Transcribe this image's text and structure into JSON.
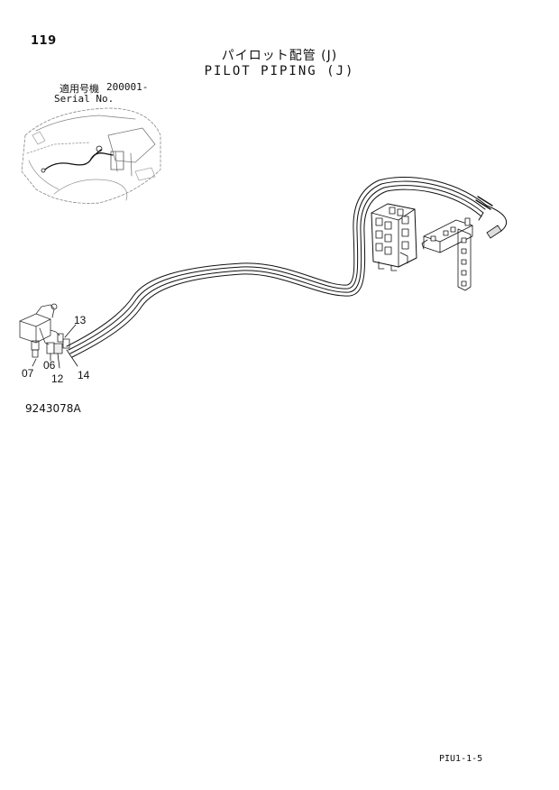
{
  "page_number": "119",
  "title_jp": "パイロット配管 (J)",
  "title_en": "PILOT PIPING (J)",
  "serial": {
    "label_jp": "適用号機",
    "value": "200001-",
    "label_en": "Serial No."
  },
  "callouts": {
    "c13": "13",
    "c07": "07",
    "c06": "06",
    "c12": "12",
    "c14": "14"
  },
  "drawing_number": "9243078A",
  "page_code": "PIU1-1-5"
}
